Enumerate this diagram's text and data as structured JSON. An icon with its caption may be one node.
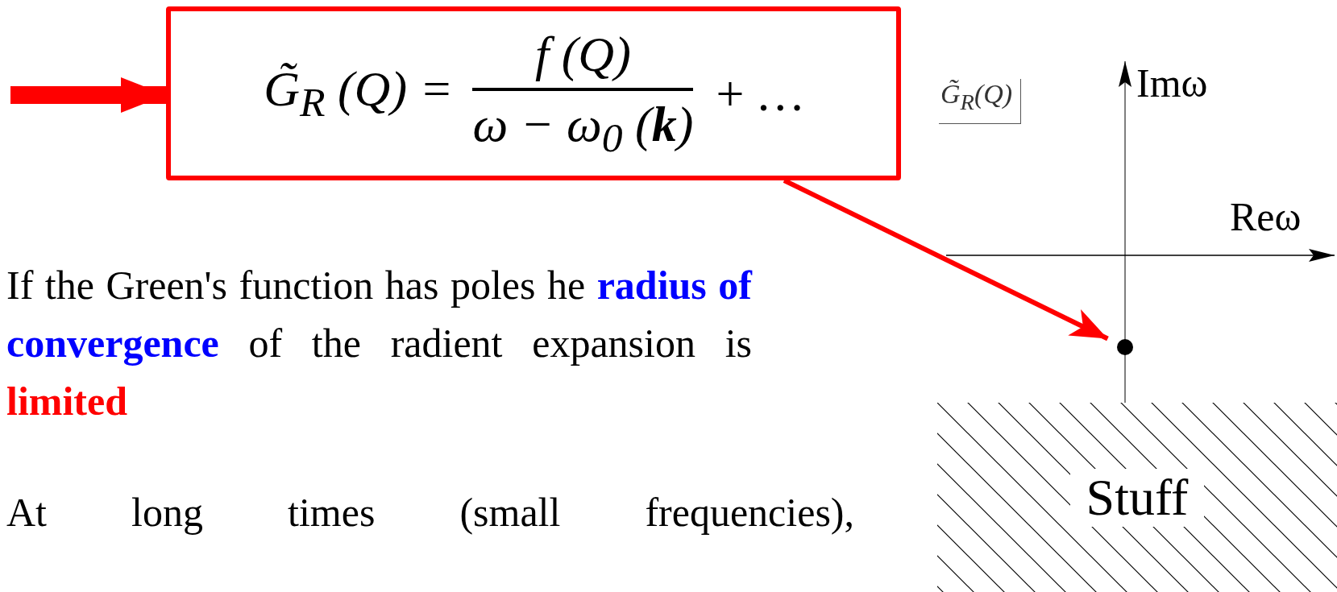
{
  "diagram": {
    "nodes": [
      {
        "text": [
          "G̃$_{R}$ (Q) =",
          "f (Q)",
          "ω − ω$_{0}$ (**k**)",
          "+ …"
        ]
      },
      {
        "text": [],
        "shape": "circle"
      },
      {
        "text": [
          "Stuff"
        ]
      }
    ],
    "edges": [
      {
        "from": null,
        "to": 0,
        "arrow": "to",
        "style": "thick"
      },
      {
        "from": 0,
        "to": 1,
        "arrow": "to"
      }
    ],
    "labels": [
      "G̃$_{R}$(Q)",
      "Imω",
      "Reω",
      "If the Green's function has poles he **radius of convergence** of the radient expansion is **limited**",
      "At long times (small frequencies),"
    ]
  }
}
